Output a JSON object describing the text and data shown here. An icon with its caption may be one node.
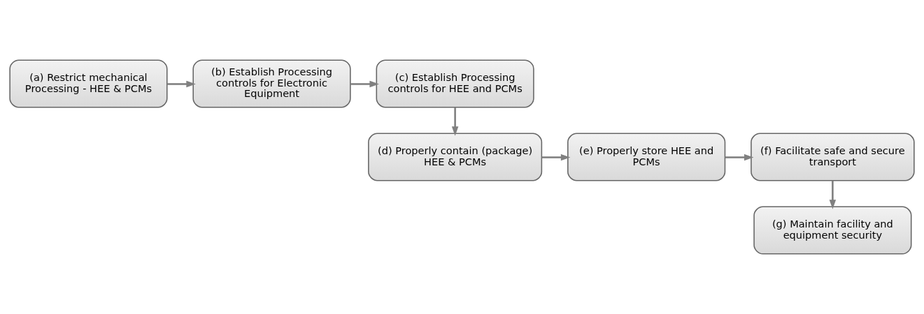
{
  "diagram": {
    "nodes": [
      {
        "text": [
          "(a) Restrict mechanical Processing - HEE & PCMs"
        ]
      },
      {
        "text": [
          "(b) Establish Processing controls for Electronic Equipment"
        ]
      },
      {
        "text": [
          "(c) Establish Processing controls for HEE and PCMs"
        ]
      },
      {
        "text": [
          "(d) Properly contain (package) HEE & PCMs"
        ]
      },
      {
        "text": [
          "(e) Properly store HEE and PCMs"
        ]
      },
      {
        "text": [
          "(f) Facilitate safe and secure transport"
        ]
      },
      {
        "text": [
          "(g) Maintain facility and equipment security"
        ]
      }
    ],
    "edges": [
      {
        "from": 0,
        "to": 1,
        "arrow": "to"
      },
      {
        "from": 1,
        "to": 2,
        "arrow": "to"
      },
      {
        "from": 2,
        "to": 3,
        "arrow": "to"
      },
      {
        "from": 3,
        "to": 4,
        "arrow": "to"
      },
      {
        "from": 4,
        "to": 5,
        "arrow": "to"
      },
      {
        "from": 5,
        "to": 6,
        "arrow": "to"
      }
    ]
  }
}
